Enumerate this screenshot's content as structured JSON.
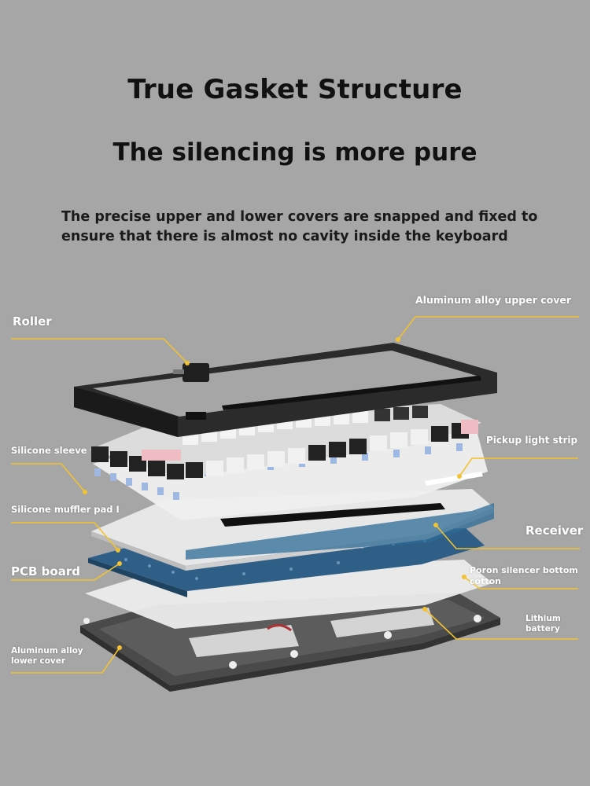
{
  "header": {
    "title": "True Gasket Structure",
    "subtitle": "The silencing is more pure",
    "description": "The precise upper and lower covers are snapped and fixed to ensure that there is almost no cavity inside the keyboard"
  },
  "labels": {
    "roller": "Roller",
    "upper_cover": "Aluminum alloy upper cover",
    "silicone_sleeve": "Silicone sleeve",
    "pickup_light_strip": "Pickup light strip",
    "muffler_pad": "Silicone muffler pad I",
    "receiver": "Receiver",
    "pcb_board": "PCB board",
    "poron": "Poron silencer bottom cotton",
    "battery": "Lithium battery",
    "lower_cover": "Aluminum alloy lower cover"
  },
  "colors": {
    "background": "#a6a6a6",
    "leader_line": "#f2c230",
    "frame": "#2b2b2b",
    "key_white": "#eeeeee",
    "key_black": "#222222",
    "key_pink": "#f0bcc4",
    "pcb": "#2f5f86"
  }
}
